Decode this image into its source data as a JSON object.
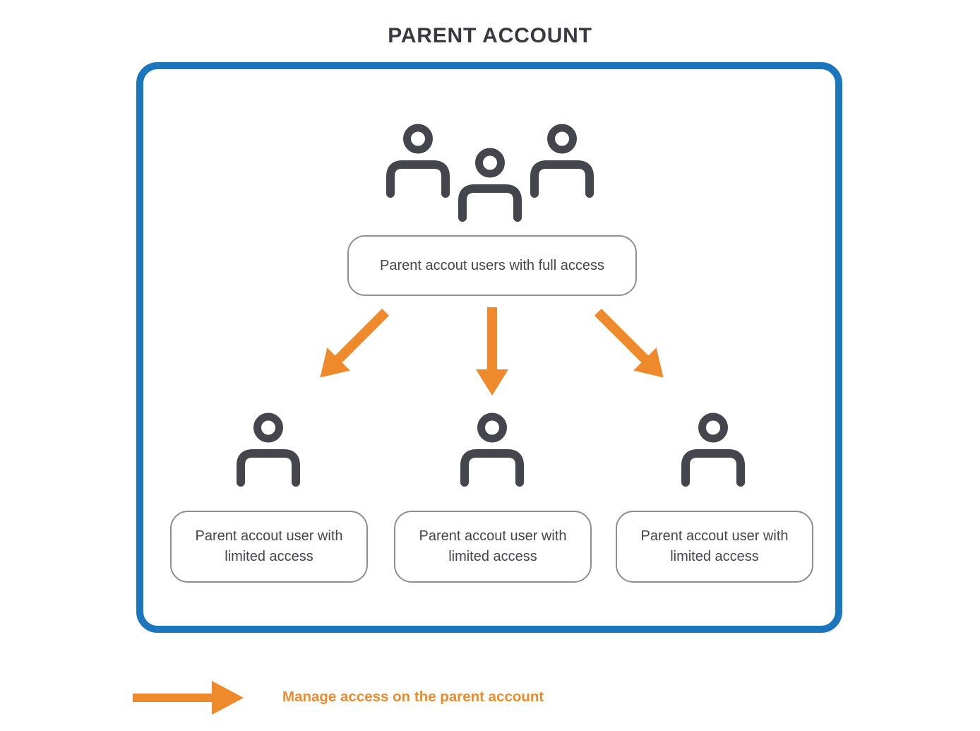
{
  "title": "PARENT ACCOUNT",
  "parent_account_box": {
    "full_access_box": {
      "label": "Parent accout users with full access"
    },
    "limited_access_boxes": [
      {
        "label": "Parent accout user with limited access"
      },
      {
        "label": "Parent accout user with limited access"
      },
      {
        "label": "Parent accout user with limited access"
      }
    ]
  },
  "legend": {
    "label": "Manage access on the parent account"
  },
  "icons": {
    "top_group": "users-group-icon",
    "single_users": [
      "user-icon",
      "user-icon",
      "user-icon"
    ],
    "flow_arrows": [
      "arrow-down-left-icon",
      "arrow-down-icon",
      "arrow-down-right-icon"
    ],
    "legend_arrow": "arrow-right-icon"
  },
  "colors": {
    "accent_blue": "#1B76BD",
    "orange": "#EE8A2B",
    "dark": "#45454D",
    "title_color": "#393941",
    "box_border": "#8E8E93",
    "background": "#FFFFFF"
  }
}
